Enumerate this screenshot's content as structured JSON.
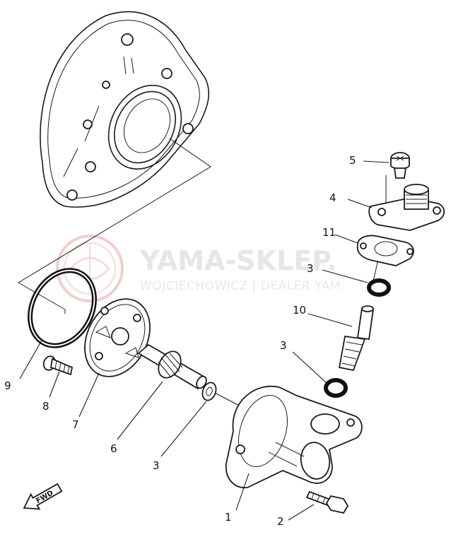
{
  "watermark": {
    "title": "YAMA-SKLEP.",
    "subtitle": "WOJCIECHOWICZ | DEALER YAM"
  },
  "direction_marker": "FWD",
  "callouts": [
    {
      "id": "c1",
      "label": "1"
    },
    {
      "id": "c2",
      "label": "2"
    },
    {
      "id": "c3a",
      "label": "3"
    },
    {
      "id": "c3b",
      "label": "3"
    },
    {
      "id": "c3c",
      "label": "3"
    },
    {
      "id": "c4",
      "label": "4"
    },
    {
      "id": "c5",
      "label": "5"
    },
    {
      "id": "c6",
      "label": "6"
    },
    {
      "id": "c7",
      "label": "7"
    },
    {
      "id": "c8",
      "label": "8"
    },
    {
      "id": "c9",
      "label": "9"
    },
    {
      "id": "c10",
      "label": "10"
    },
    {
      "id": "c11",
      "label": "11"
    }
  ]
}
